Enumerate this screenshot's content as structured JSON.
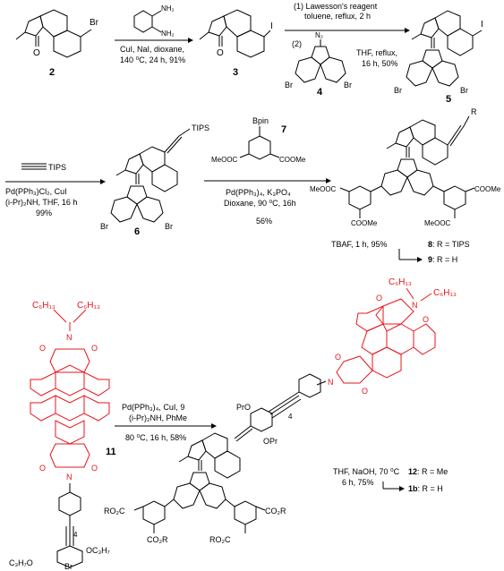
{
  "compounds": {
    "c2": {
      "num": "2",
      "sub_br": "Br",
      "sub_o": "O"
    },
    "c3": {
      "num": "3",
      "sub_i": "I",
      "sub_o": "O"
    },
    "c4": {
      "num": "4",
      "sub_br1": "Br",
      "sub_br2": "Br",
      "sub_n2": "N₂"
    },
    "c5": {
      "num": "5",
      "sub_i": "I",
      "sub_br1": "Br",
      "sub_br2": "Br"
    },
    "c6": {
      "num": "6",
      "sub_tips": "TIPS",
      "sub_br1": "Br",
      "sub_br2": "Br"
    },
    "c7": {
      "num": "7",
      "sub_bpin": "Bpin",
      "sub_ester1": "MeOOC",
      "sub_ester2": "COOMe"
    },
    "c89": {
      "sub_r": "R",
      "e1": "MeOOC",
      "e2": "COOMe",
      "e3": "COOMe",
      "e4": "MeOOC",
      "lab8": "8",
      "lab8txt": ": R = TIPS",
      "lab9": "9",
      "lab9txt": ": R = H"
    },
    "c11": {
      "num": "11",
      "hex1": "C₆H₁₃",
      "hex2": "C₆H₁₃",
      "n1": "N",
      "n2": "N",
      "o1": "O",
      "o2": "O",
      "o3": "O",
      "o4": "O",
      "oc3h7": "OC₃H₇",
      "c3h7o": "C₃H₇O",
      "br": "Br",
      "rep": "4"
    },
    "c12": {
      "hex1": "C₆H₁₃",
      "hex2": "C₆H₁₃",
      "n1": "N",
      "n2": "N",
      "o1": "O",
      "o2": "O",
      "o3": "O",
      "o4": "O",
      "rep": "4",
      "pro": "PrO",
      "opr": "OPr",
      "co2r1": "RO₂C",
      "co2r2": "CO₂R",
      "co2r3": "CO₂R",
      "co2r4": "RO₂C",
      "lab12": "12",
      "lab12txt": ": R = Me",
      "lab1b": "1b",
      "lab1btxt": ": R = H"
    }
  },
  "steps": {
    "s1": {
      "l1": "CuI, NaI, dioxane,",
      "l2": "140 ⁰C, 24 h, 91%",
      "reagent_nh2a": "NH₂",
      "reagent_nh2b": "NH₂"
    },
    "s2": {
      "l1": "(1) Lawesson's reagent",
      "l2": "toluene, reflux, 2 h",
      "l3": "(2)",
      "l4": "THF, reflux,",
      "l5": "16 h, 50%"
    },
    "s3": {
      "above": "TIPS",
      "l1": "Pd(PPh₃)Cl₂, CuI",
      "l2": "(i-Pr)₂NH, THF, 16 h",
      "l3": "99%"
    },
    "s4": {
      "l1": "Pd(PPh₃)₄, K₃PO₄",
      "l2": "Dioxane, 90 ⁰C, 16h",
      "l3": "56%"
    },
    "s5": {
      "l1": "TBAF, 1 h, 95%"
    },
    "s6": {
      "l1": "Pd(PPh₃)₄, CuI, 9",
      "l2": "(i-Pr)₂NH, PhMe",
      "l3": "80 ⁰C, 16 h, 58%"
    },
    "s7": {
      "l1": "THF, NaOH, 70 ⁰C",
      "l2": "6 h, 75%"
    }
  },
  "colors": {
    "perylene": "#e8141b",
    "ink": "#000000"
  }
}
